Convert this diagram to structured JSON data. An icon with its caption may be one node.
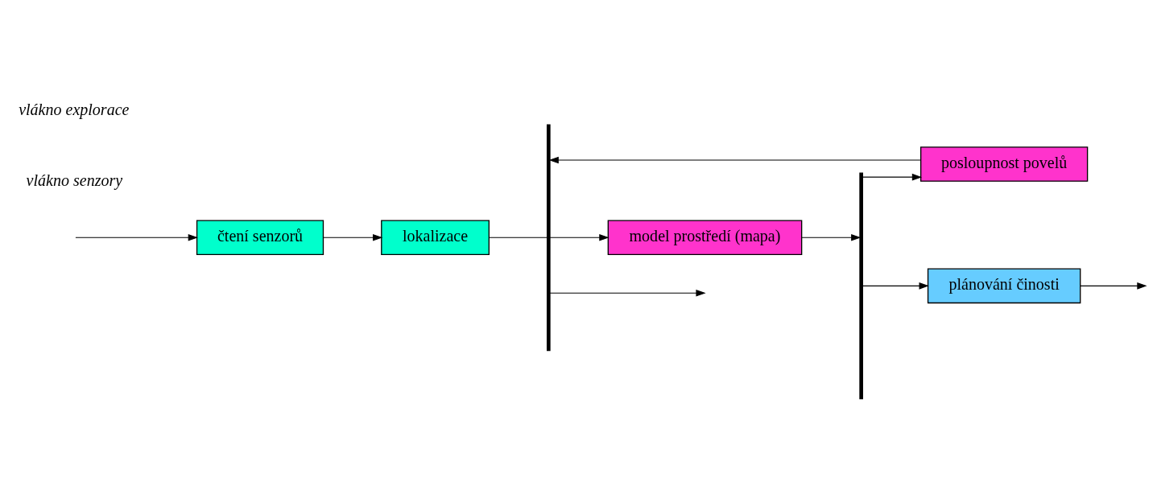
{
  "diagram": {
    "nodes": [
      {
        "text": [
          "lokalizace"
        ]
      },
      {
        "text": [
          "čtení senzorů"
        ]
      },
      {
        "text": [
          "model prostředí (mapa)"
        ]
      },
      {
        "text": [
          "posloupnost povelů"
        ]
      },
      {
        "text": [
          "plánování činosti"
        ]
      },
      {
        "text": [],
        "shape": "bar"
      },
      {
        "text": [],
        "shape": "bar"
      }
    ],
    "edges": [
      {
        "from": null,
        "to": 1,
        "arrow": "to"
      },
      {
        "from": 1,
        "to": 0,
        "arrow": "to"
      },
      {
        "from": 0,
        "to": 5,
        "arrow": "none"
      },
      {
        "from": 5,
        "to": 2,
        "arrow": "to"
      },
      {
        "from": 3,
        "to": 5,
        "arrow": "to"
      },
      {
        "from": 5,
        "to": null,
        "arrow": "to"
      },
      {
        "from": 2,
        "to": 6,
        "arrow": "to"
      },
      {
        "from": 6,
        "to": 3,
        "arrow": "to"
      },
      {
        "from": 6,
        "to": 4,
        "arrow": "to"
      },
      {
        "from": 4,
        "to": null,
        "arrow": "to"
      }
    ],
    "labels": [
      "vlákno senzory",
      "vlákno explorace"
    ]
  }
}
